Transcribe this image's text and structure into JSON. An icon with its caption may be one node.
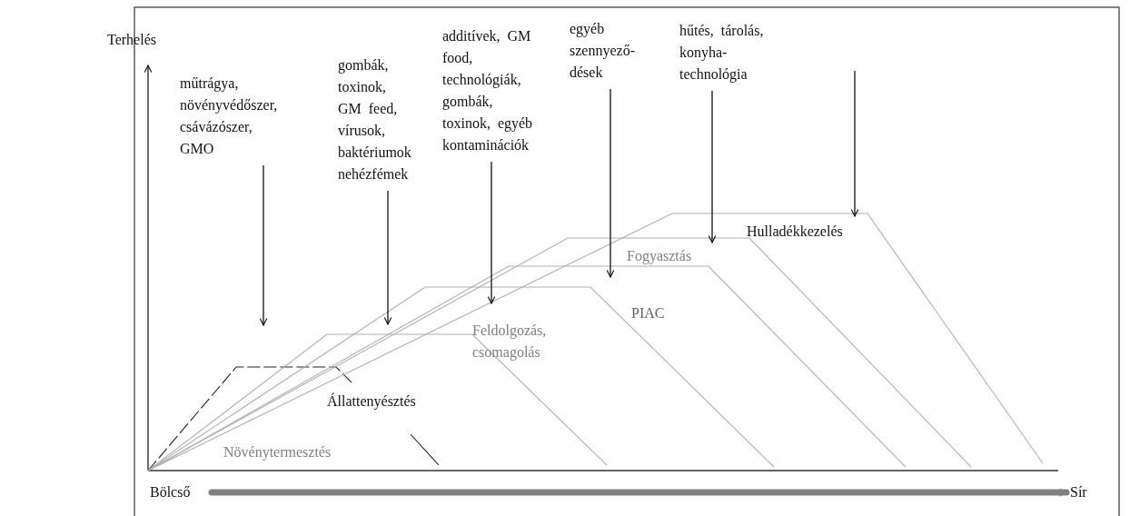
{
  "diagram": {
    "nodes": [
      {
        "text": [
          "műtrágya, növényvédőszer, csávázószer, GMO"
        ]
      },
      {
        "text": [
          "gombák, toxinok, GM feed, vírusok, baktériumok nehézfémek"
        ]
      },
      {
        "text": [
          "additívek, GM food, technológiák, gombák, toxinok, egyéb kontaminációk"
        ]
      },
      {
        "text": [
          "egyéb szennyező- dések"
        ]
      },
      {
        "text": [
          "hűtés, tárolás, konyha- technológia"
        ]
      },
      {
        "text": [
          "Bölcső"
        ]
      },
      {
        "text": [
          "Sír"
        ]
      }
    ],
    "edges": [
      {
        "from": 0,
        "to": null,
        "arrow": "to"
      },
      {
        "from": 1,
        "to": null,
        "arrow": "to"
      },
      {
        "from": 2,
        "to": null,
        "arrow": "to"
      },
      {
        "from": 3,
        "to": null,
        "arrow": "to"
      },
      {
        "from": 4,
        "to": null,
        "arrow": "to"
      },
      {
        "from": 5,
        "to": 6,
        "arrow": "to",
        "style": "thick",
        "color": "#808080"
      }
    ],
    "labels": [
      "Terhelés",
      "Hulladékkezelés",
      "Fogyasztás",
      "PIAC",
      "Feldolgozás, csomagolás",
      "Állattenyésztés",
      "Növénytermesztés"
    ]
  }
}
